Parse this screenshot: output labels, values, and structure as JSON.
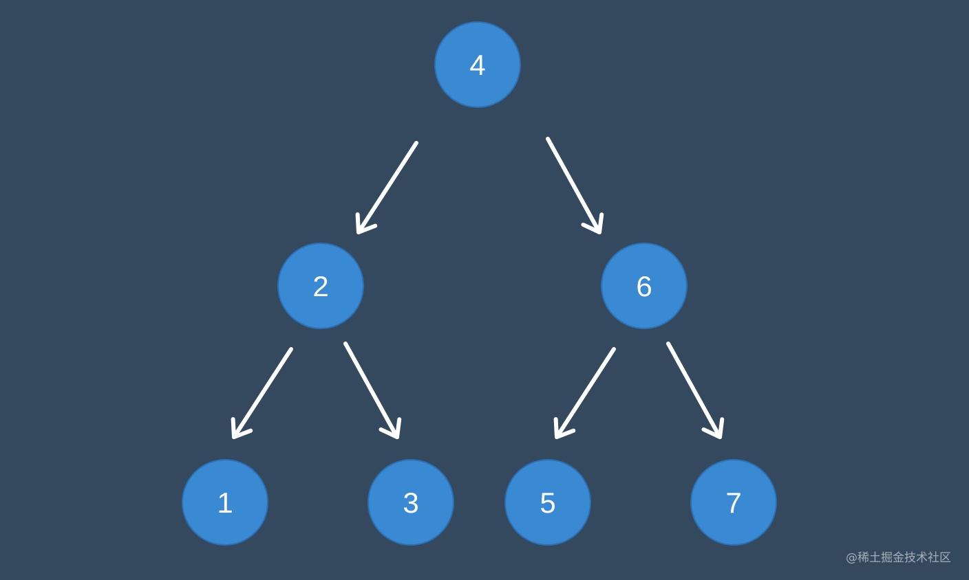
{
  "diagram": {
    "nodes": [
      {
        "id": "n4",
        "label": "4"
      },
      {
        "id": "n2",
        "label": "2"
      },
      {
        "id": "n6",
        "label": "6"
      },
      {
        "id": "n1",
        "label": "1"
      },
      {
        "id": "n3",
        "label": "3"
      },
      {
        "id": "n5",
        "label": "5"
      },
      {
        "id": "n7",
        "label": "7"
      }
    ],
    "edges": [
      {
        "from": "n4",
        "to": "n2"
      },
      {
        "from": "n4",
        "to": "n6"
      },
      {
        "from": "n2",
        "to": "n1"
      },
      {
        "from": "n2",
        "to": "n3"
      },
      {
        "from": "n6",
        "to": "n5"
      },
      {
        "from": "n6",
        "to": "n7"
      }
    ]
  },
  "watermark": "@稀土掘金技术社区",
  "colors": {
    "background": "#34495e",
    "node_fill": "#3a89d3",
    "node_stroke": "#2c6fb2",
    "arrow": "#ffffff",
    "label": "#ffffff"
  }
}
